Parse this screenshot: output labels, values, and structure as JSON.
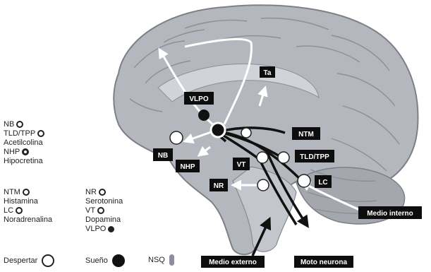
{
  "labels": {
    "ta": "Ta",
    "vlpo": "VLPO",
    "ntm": "NTM",
    "nb": "NB",
    "nhp": "NHP",
    "vt": "VT",
    "tldtpp": "TLD/TPP",
    "nr": "NR",
    "lc": "LC",
    "medio_interno": "Medio interno",
    "medio_externo": "Medio externo",
    "moto_neurona": "Moto neurona"
  },
  "legend_left": {
    "nb": "NB",
    "tld_tpp": "TLD/TPP",
    "acetilcolina": "Acetilcolina",
    "nhp": "NHP",
    "hipocretina": "Hipocretina",
    "ntm": "NTM",
    "histamina": "Histamina",
    "lc": "LC",
    "noradrenalina": "Noradrenalina"
  },
  "legend_right": {
    "nr": "NR",
    "serotonina": "Serotonina",
    "vt": "VT",
    "dopamina": "Dopamina",
    "vlpo": "VLPO"
  },
  "bottom_legend": {
    "despertar": "Despertar",
    "sueno": "Sueño",
    "nsq": "NSQ"
  },
  "colors": {
    "brain_fill": "#b4b7bd",
    "label_bg": "#0d0d0d",
    "label_text": "#ffffff",
    "nsq_mark": "#8a8f9a"
  }
}
